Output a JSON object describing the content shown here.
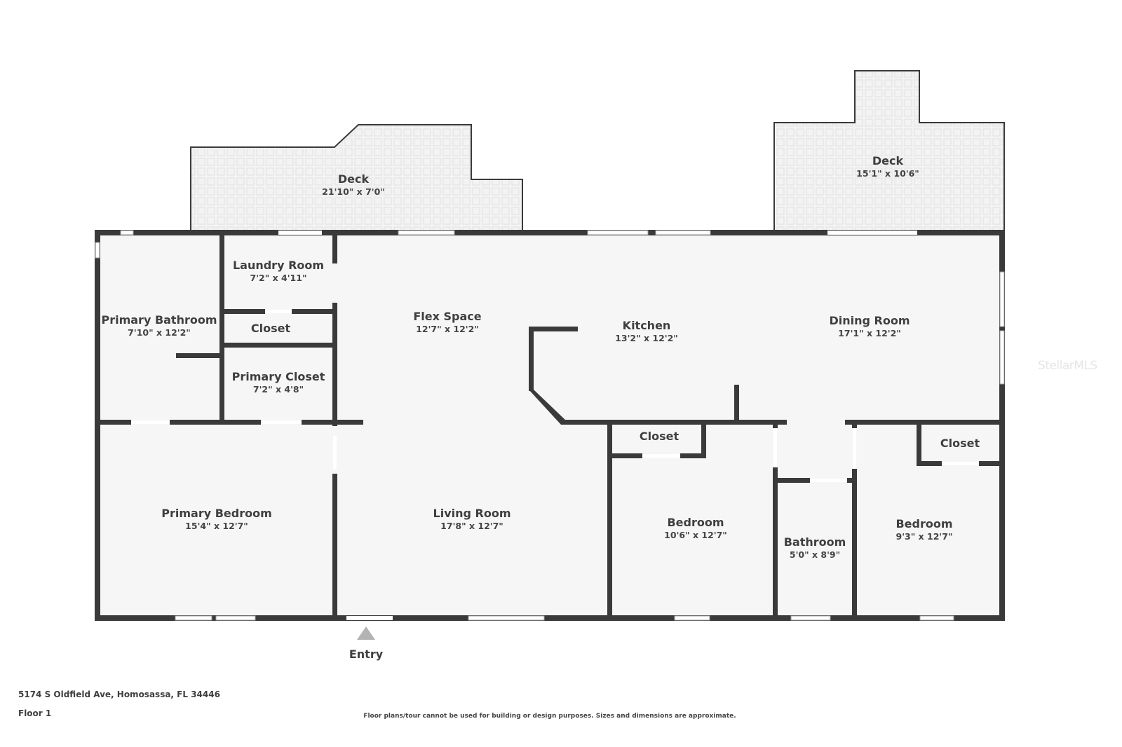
{
  "floor_plan": {
    "address": "5174 S Oldfield Ave, Homosassa, FL 34446",
    "floor": "Floor 1",
    "disclaimer": "Floor plans/tour cannot be used for building or design purposes. Sizes and dimensions are approximate.",
    "watermark": "StellarMLS",
    "entry_label": "Entry",
    "colors": {
      "wall": "#3a3a3a",
      "room_fill": "#f6f6f6",
      "deck_fill": "#f2f2f2",
      "deck_pattern": "#e2e2e2",
      "entry_arrow": "#b3b3b3",
      "text": "#3f3f3f"
    },
    "rooms": {
      "deck_left": {
        "name": "Deck",
        "dims": "21'10\" x 7'0\""
      },
      "deck_right": {
        "name": "Deck",
        "dims": "15'1\" x 10'6\""
      },
      "primary_bathroom": {
        "name": "Primary Bathroom",
        "dims": "7'10\" x 12'2\""
      },
      "laundry_room": {
        "name": "Laundry Room",
        "dims": "7'2\" x 4'11\""
      },
      "closet_laundry": {
        "name": "Closet"
      },
      "primary_closet": {
        "name": "Primary Closet",
        "dims": "7'2\" x 4'8\""
      },
      "flex_space": {
        "name": "Flex Space",
        "dims": "12'7\" x 12'2\""
      },
      "kitchen": {
        "name": "Kitchen",
        "dims": "13'2\" x 12'2\""
      },
      "dining_room": {
        "name": "Dining Room",
        "dims": "17'1\" x 12'2\""
      },
      "primary_bedroom": {
        "name": "Primary Bedroom",
        "dims": "15'4\" x 12'7\""
      },
      "living_room": {
        "name": "Living Room",
        "dims": "17'8\" x 12'7\""
      },
      "closet_bedroom1": {
        "name": "Closet"
      },
      "bedroom1": {
        "name": "Bedroom",
        "dims": "10'6\" x 12'7\""
      },
      "bathroom": {
        "name": "Bathroom",
        "dims": "5'0\" x 8'9\""
      },
      "closet_bedroom2": {
        "name": "Closet"
      },
      "bedroom2": {
        "name": "Bedroom",
        "dims": "9'3\" x 12'7\""
      }
    }
  }
}
